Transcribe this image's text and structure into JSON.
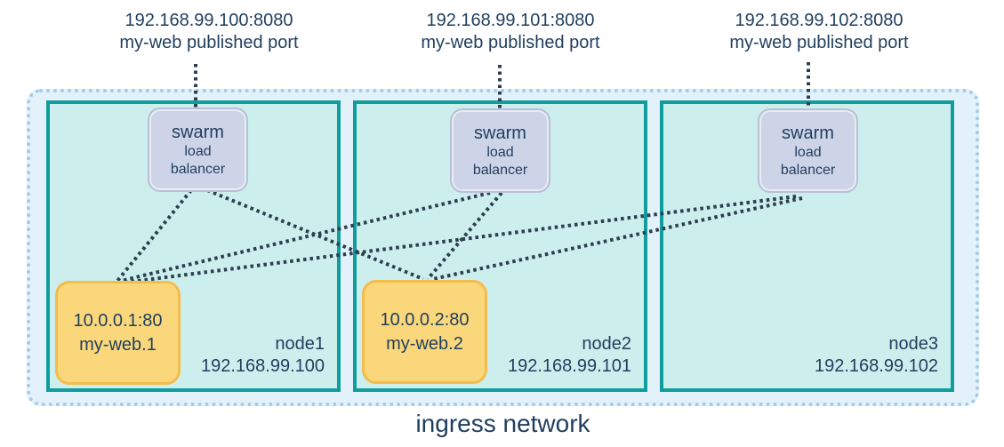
{
  "published_ports": [
    {
      "address": "192.168.99.100:8080",
      "caption": "my-web published port"
    },
    {
      "address": "192.168.99.101:8080",
      "caption": "my-web published port"
    },
    {
      "address": "192.168.99.102:8080",
      "caption": "my-web published port"
    }
  ],
  "load_balancer": {
    "line1": "swarm",
    "line2": "load",
    "line3": "balancer"
  },
  "nodes": [
    {
      "name": "node1",
      "ip": "192.168.99.100"
    },
    {
      "name": "node2",
      "ip": "192.168.99.101"
    },
    {
      "name": "node3",
      "ip": "192.168.99.102"
    }
  ],
  "tasks": [
    {
      "address": "10.0.0.1:80",
      "name": "my-web.1"
    },
    {
      "address": "10.0.0.2:80",
      "name": "my-web.2"
    }
  ],
  "network_label": "ingress network",
  "colors": {
    "text": "#1f3e5e",
    "connector": "#2c3e50",
    "node_border": "#0f9d9d",
    "node_fill": "#ccefed",
    "ingress_fill": "#e3f1fb",
    "ingress_border": "#a3cce9",
    "lb_fill": "#ced4e8",
    "lb_border": "#b9c0d6",
    "task_fill": "#fbd77b",
    "task_border": "#f4bc4c"
  }
}
